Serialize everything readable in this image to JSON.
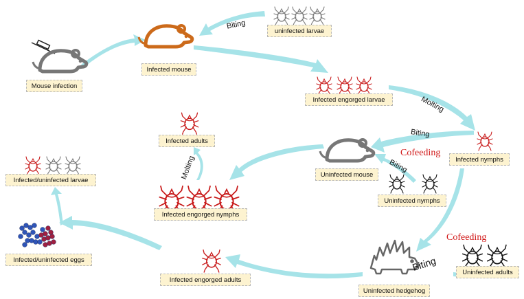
{
  "labels": {
    "mouse_infection": "Mouse infection",
    "infected_mouse": "Infected mouse",
    "uninfected_larvae": "uninfected larvae",
    "infected_engorged_larvae": "Infected engorged larvae",
    "infected_nymphs": "Infected nymphs",
    "uninfected_mouse": "Uninfected mouse",
    "uninfected_nymphs": "Uninfected nymphs",
    "infected_adults": "Infected adults",
    "infected_engorged_nymphs": "Infected engorged nymphs",
    "infected_uninfected_larvae": "Infected/uninfected larvae",
    "infected_uninfected_eggs": "Infected/uninfected eggs",
    "infected_engorged_adults": "Infected engorged adults",
    "uninfected_hedgehog": "Uninfected hedgehog",
    "uninfected_adults": "Uninfected adults"
  },
  "annotations": {
    "biting_top": "Biting",
    "molting_right": "Molting",
    "biting_mid": "Biting",
    "cofeeding_mid": "Cofeeding",
    "biting_small": "Biting",
    "molting_left": "Molting",
    "cofeeding_bottom": "Cofeeding",
    "biting_hedgehog": "Biting"
  },
  "colors": {
    "arrow": "#a6e3e8",
    "infected_tick": "#c81a1a",
    "uninfected_tick": "#777777",
    "uninfected_black_tick": "#111111",
    "infected_mouse": "#cc6a1a",
    "mouse_gray": "#777777",
    "egg_blue": "#2f55b8",
    "egg_red": "#a02040",
    "label_bg": "#fdf3d0",
    "cofeeding_text": "#d01515"
  },
  "icons": [
    "syringe-icon",
    "mouse-icon",
    "tick-icon",
    "hedgehog-icon",
    "egg-cluster-icon"
  ]
}
